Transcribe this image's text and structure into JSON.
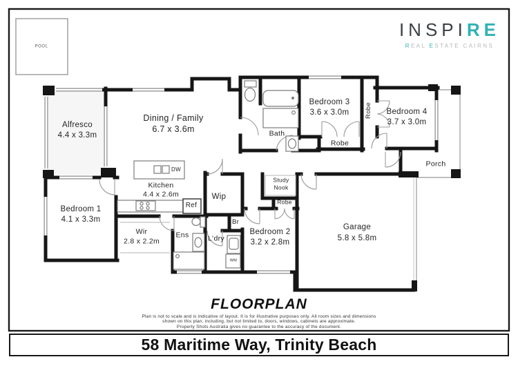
{
  "branding": {
    "logo_primary": "INSPI",
    "logo_accent": "RE",
    "tagline_seg1": "R",
    "tagline_seg2": "EAL ",
    "tagline_seg3": "E",
    "tagline_seg4": "STATE CAIRNS",
    "accent_color": "#2fb2b4"
  },
  "pool": {
    "label": "POOL"
  },
  "rooms": {
    "alfresco": {
      "name": "Alfresco",
      "dims": "4.4 x 3.3m"
    },
    "dining": {
      "name": "Dining / Family",
      "dims": "6.7 x 3.6m"
    },
    "kitchen": {
      "name": "Kitchen",
      "dims": "4.4 x 2.6m"
    },
    "bedroom1": {
      "name": "Bedroom 1",
      "dims": "4.1 x 3.3m"
    },
    "bedroom2": {
      "name": "Bedroom 2",
      "dims": "3.2 x 2.8m"
    },
    "bedroom3": {
      "name": "Bedroom 3",
      "dims": "3.6 x 3.0m"
    },
    "bedroom4": {
      "name": "Bedroom 4",
      "dims": "3.7 x 3.0m"
    },
    "garage": {
      "name": "Garage",
      "dims": "5.8 x 5.8m"
    },
    "wir": {
      "name": "Wir",
      "dims": "2.8 x 2.2m"
    },
    "bath": {
      "name": "Bath"
    },
    "ens": {
      "name": "Ens"
    },
    "laundry": {
      "name": "L'dry"
    },
    "wip": {
      "name": "Wip"
    },
    "br": {
      "name": "Br"
    },
    "study_nook_line1": "Study",
    "study_nook_line2": "Nook",
    "porch": {
      "name": "Porch"
    },
    "robe_bed3": {
      "name": "Robe"
    },
    "robe_vertical": {
      "name": "Robe"
    },
    "robe_hall": {
      "name": "Robe"
    }
  },
  "appliances": {
    "dw": "DW",
    "ref": "Ref",
    "wm": "WM"
  },
  "footer": {
    "title": "FLOORPLAN",
    "disclaimer_line1": "Plan is not to scale and is indicative of layout. It is for illustrative purposes only. All room sizes and dimensions",
    "disclaimer_line2": "shown on this plan, including, but not limited to, doors, windows, cabinets are approximate.",
    "disclaimer_line3": "Property Shots Australia gives no guarantee to the accuracy of the document.",
    "address": "58 Maritime Way, Trinity Beach"
  }
}
